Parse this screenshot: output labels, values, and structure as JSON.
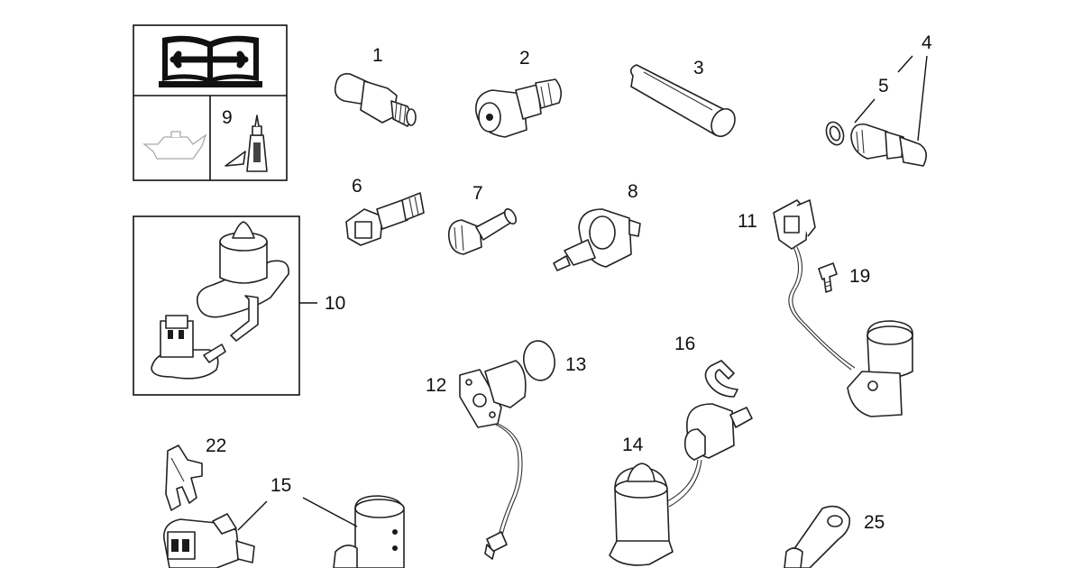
{
  "callouts": {
    "p1": "1",
    "p2": "2",
    "p3": "3",
    "p4": "4",
    "p5": "5",
    "p6": "6",
    "p7": "7",
    "p8": "8",
    "p9": "9",
    "p10": "10",
    "p11": "11",
    "p12": "12",
    "p13": "13",
    "p14": "14",
    "p15": "15",
    "p16": "16",
    "p19": "19",
    "p22": "22",
    "p25": "25"
  },
  "icons": {
    "manual": "service-manual-icon",
    "oil_can": "oil-can-icon",
    "sealant": "sealant-tube-icon"
  }
}
